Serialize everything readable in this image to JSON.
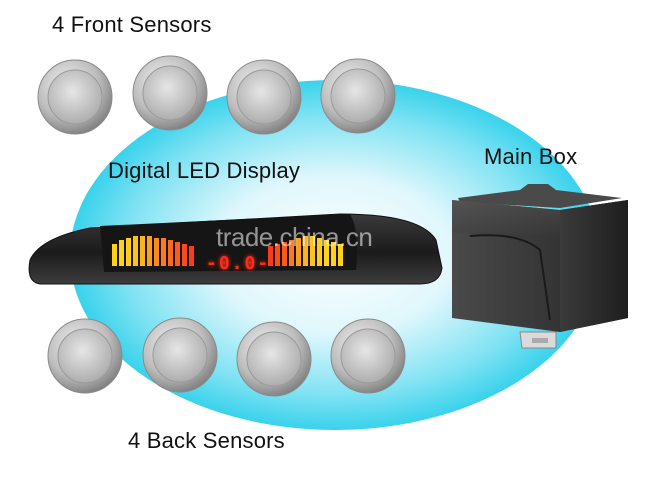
{
  "labels": {
    "front_sensors": "4 Front Sensors",
    "display": "Digital LED Display",
    "main_box": "Main Box",
    "back_sensors": "4 Back Sensors"
  },
  "display_readout": "-0.0-",
  "watermark": "trade.china.cn",
  "icons": [
    "front-sensor-icon",
    "back-sensor-icon",
    "led-display-icon",
    "main-box-icon"
  ],
  "colors": {
    "glow": "#3fd7ee",
    "sensor": "#c9c9c9",
    "led_yellow": "#ffd21a",
    "led_red": "#ff2a1a",
    "box": "#2e2e2e"
  }
}
